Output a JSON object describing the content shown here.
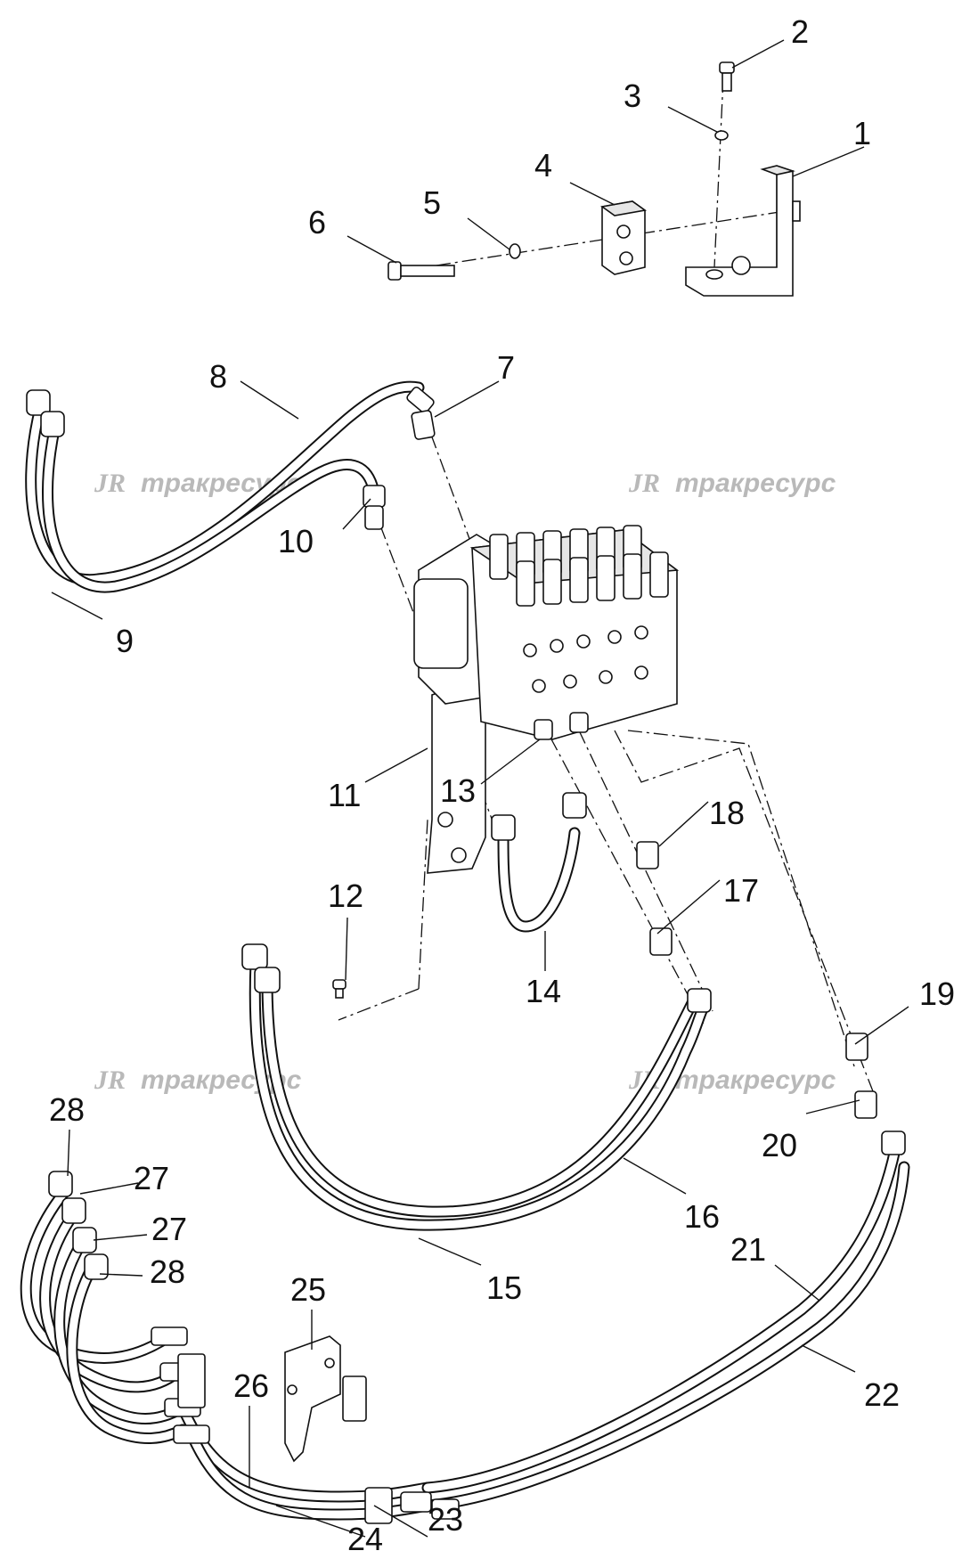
{
  "watermark": {
    "logo": "JR",
    "text": "тракресурс"
  },
  "callouts": {
    "c1": "1",
    "c2": "2",
    "c3": "3",
    "c4": "4",
    "c5": "5",
    "c6": "6",
    "c7": "7",
    "c8": "8",
    "c9": "9",
    "c10": "10",
    "c11": "11",
    "c12": "12",
    "c13": "13",
    "c14": "14",
    "c15": "15",
    "c16": "16",
    "c17": "17",
    "c18": "18",
    "c19": "19",
    "c20": "20",
    "c21": "21",
    "c22": "22",
    "c23": "23",
    "c24": "24",
    "c25": "25",
    "c26": "26",
    "c27a": "27",
    "c27b": "27",
    "c28a": "28",
    "c28b": "28"
  },
  "icons": {
    "bracket": "l-bracket-icon",
    "clamp": "clamp-block-icon",
    "valve": "control-valve-block-icon",
    "hose": "hydraulic-hose-icon",
    "fitting": "hose-fitting-icon"
  }
}
